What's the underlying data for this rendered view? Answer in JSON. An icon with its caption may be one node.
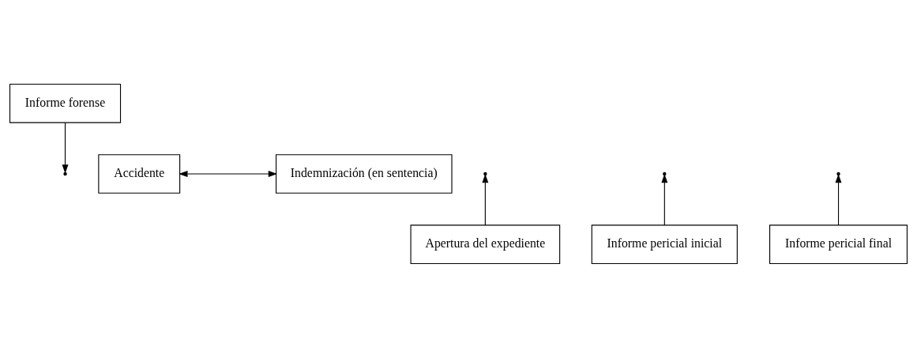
{
  "diagram": {
    "nodes": [
      {
        "text": [
          "Informe forense"
        ]
      },
      {
        "text": [
          "Accidente"
        ]
      },
      {
        "text": [
          "Indemnización (en sentencia)"
        ]
      },
      {
        "text": [
          "Apertura del expediente"
        ]
      },
      {
        "text": [
          "Informe pericial inicial"
        ]
      },
      {
        "text": [
          "Informe pericial final"
        ]
      }
    ],
    "edges": [
      {
        "from": 1,
        "to": 2,
        "arrow": "both"
      },
      {
        "from": 3,
        "to": null,
        "arrow": "to"
      },
      {
        "from": 4,
        "to": null,
        "arrow": "to"
      },
      {
        "from": 5,
        "to": null,
        "arrow": "to"
      },
      {
        "from": 0,
        "to": null,
        "arrow": "to"
      }
    ]
  }
}
